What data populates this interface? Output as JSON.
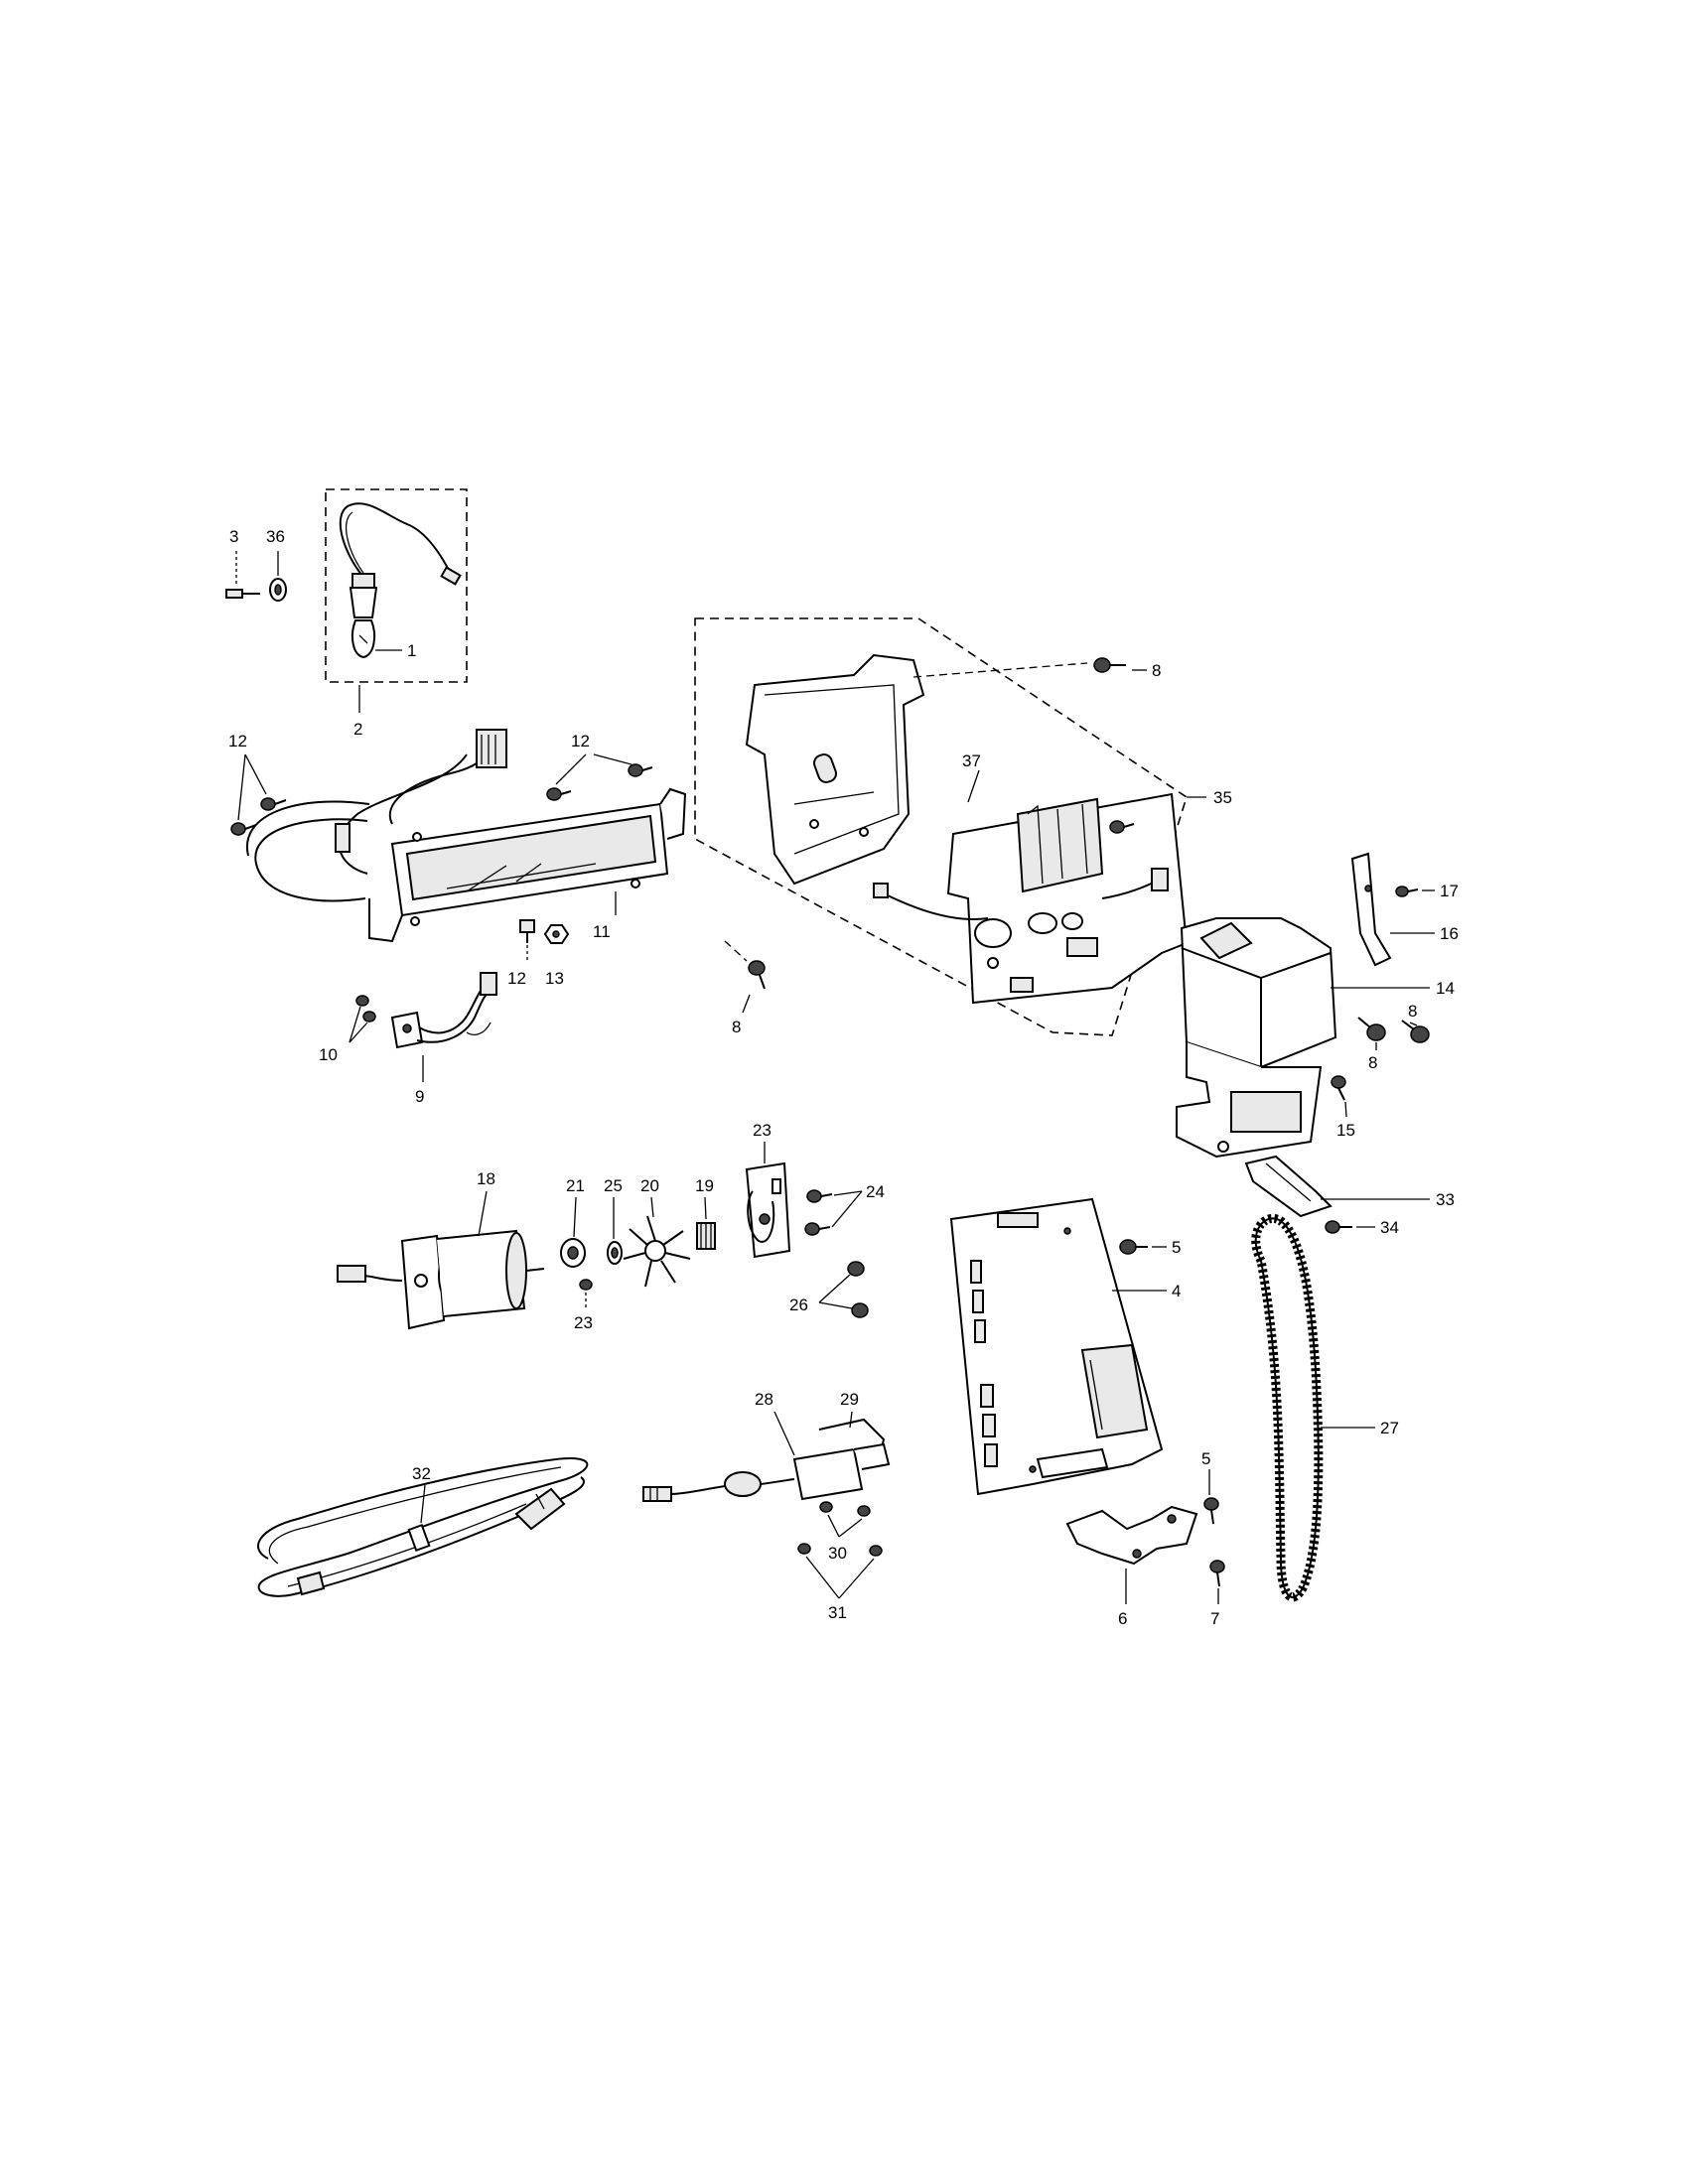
{
  "labels": {
    "l1": "1",
    "l2": "2",
    "l3": "3",
    "l36": "36",
    "l12a": "12",
    "l12b": "12",
    "l12c": "12",
    "l11": "11",
    "l13": "13",
    "l10": "10",
    "l9": "9",
    "l8a": "8",
    "l8b": "8",
    "l8c": "8",
    "l8d": "8",
    "l35": "35",
    "l37": "37",
    "l17": "17",
    "l16": "16",
    "l14": "14",
    "l15": "15",
    "l33": "33",
    "l34": "34",
    "l18": "18",
    "l21": "21",
    "l25": "25",
    "l20": "20",
    "l19": "19",
    "l23a": "23",
    "l23b": "23",
    "l24": "24",
    "l26": "26",
    "l5a": "5",
    "l5b": "5",
    "l4": "4",
    "l6": "6",
    "l7": "7",
    "l27": "27",
    "l28": "28",
    "l29": "29",
    "l30": "30",
    "l31": "31",
    "l32": "32"
  }
}
